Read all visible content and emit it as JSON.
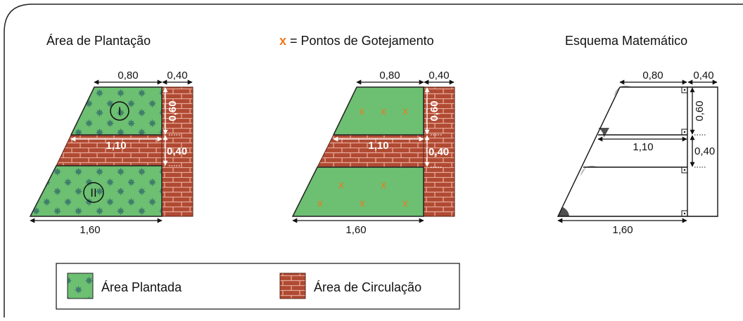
{
  "titles": {
    "area_plantacao": "Área de Plantação",
    "pontos_marker": "x",
    "pontos_rest": " = Pontos de Gotejamento",
    "esquema": "Esquema Matemático"
  },
  "dimensions": {
    "top_width": "0,80",
    "wall_width": "0,40",
    "upper_height": "0,60",
    "middle_width": "1,10",
    "middle_height": "0,40",
    "bottom_width": "1,60"
  },
  "regions": {
    "region_1": "I",
    "region_2": "II",
    "drip_marker": "x"
  },
  "legend": {
    "planted": "Área Plantada",
    "circulation": "Área de Circulação"
  },
  "colors": {
    "planted_fill": "#6dbf72",
    "leaf": "#3f7f6a",
    "brick_fill": "#b04a32",
    "brick_line": "#e8a898",
    "drip_marker": "#f07820",
    "angle_light": "#b4b4b4",
    "angle_dark": "#505050"
  }
}
